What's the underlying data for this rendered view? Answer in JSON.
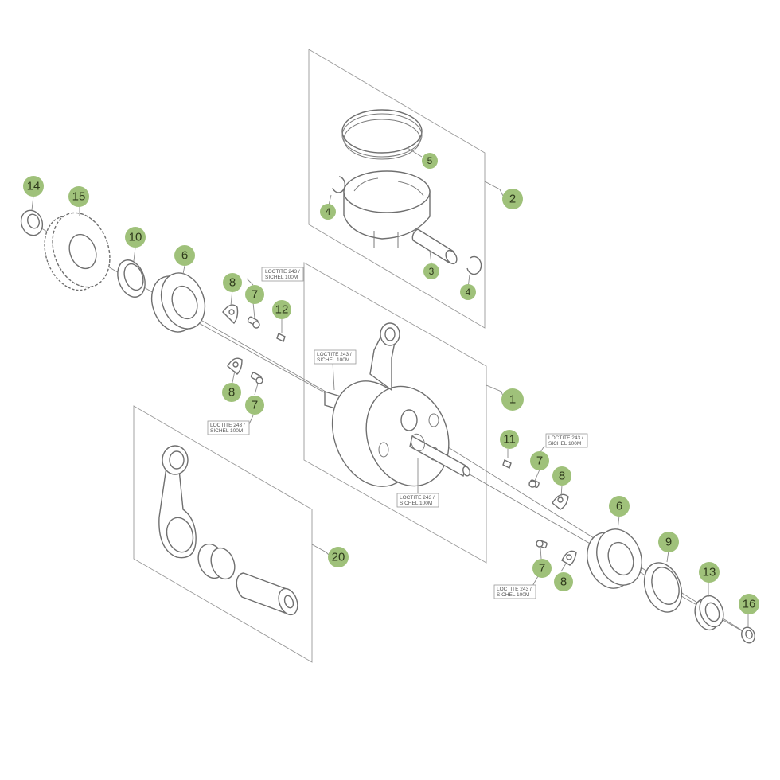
{
  "colors": {
    "callout_fill": "#9fc17a",
    "line": "#6f6f6f",
    "background": "#ffffff"
  },
  "callouts": [
    {
      "id": "c14",
      "label": "14"
    },
    {
      "id": "c15",
      "label": "15"
    },
    {
      "id": "c10",
      "label": "10"
    },
    {
      "id": "c6a",
      "label": "6"
    },
    {
      "id": "c8a",
      "label": "8"
    },
    {
      "id": "c7a",
      "label": "7"
    },
    {
      "id": "c12",
      "label": "12"
    },
    {
      "id": "c8b",
      "label": "8"
    },
    {
      "id": "c7b",
      "label": "7"
    },
    {
      "id": "c5",
      "label": "5"
    },
    {
      "id": "c2",
      "label": "2"
    },
    {
      "id": "c4a",
      "label": "4"
    },
    {
      "id": "c3",
      "label": "3"
    },
    {
      "id": "c4b",
      "label": "4"
    },
    {
      "id": "c1",
      "label": "1"
    },
    {
      "id": "c11",
      "label": "11"
    },
    {
      "id": "c7c",
      "label": "7"
    },
    {
      "id": "c8c",
      "label": "8"
    },
    {
      "id": "c6b",
      "label": "6"
    },
    {
      "id": "c9",
      "label": "9"
    },
    {
      "id": "c13",
      "label": "13"
    },
    {
      "id": "c16",
      "label": "16"
    },
    {
      "id": "c7d",
      "label": "7"
    },
    {
      "id": "c8d",
      "label": "8"
    },
    {
      "id": "c20",
      "label": "20"
    }
  ],
  "notes": [
    {
      "line1": "LOCTITE 243 /",
      "line2": "SICHEL 100M"
    },
    {
      "line1": "LOCTITE 243 /",
      "line2": "SICHEL 100M"
    },
    {
      "line1": "LOCTITE 243 /",
      "line2": "SICHEL 100M"
    },
    {
      "line1": "LOCTITE 243 /",
      "line2": "SICHEL 100M"
    },
    {
      "line1": "LOCTITE 243 /",
      "line2": "SICHEL 100M"
    },
    {
      "line1": "LOCTITE 243 /",
      "line2": "SICHEL 100M"
    }
  ]
}
